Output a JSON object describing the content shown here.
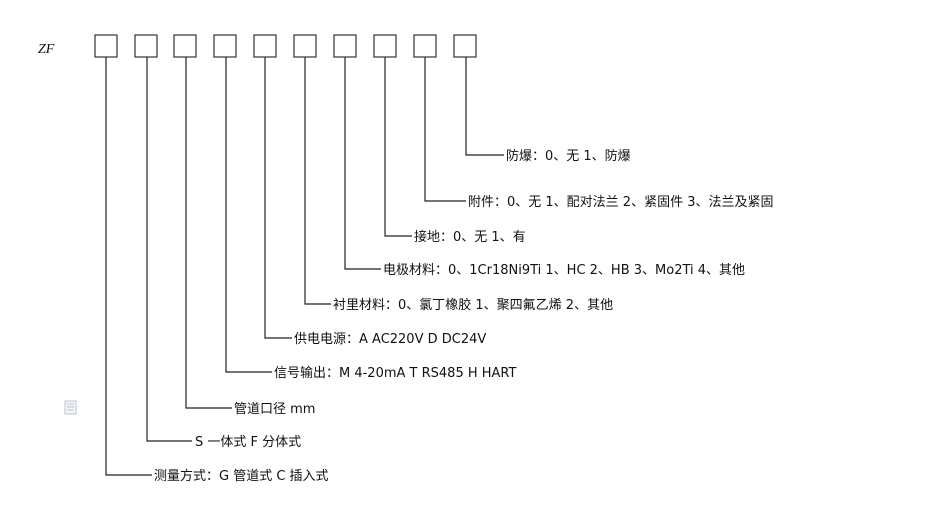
{
  "prefix": "ZF",
  "box_count": 10,
  "options": [
    {
      "id": "measure-mode",
      "text": "测量方式：G 管道式    C 插入式"
    },
    {
      "id": "structure",
      "text": "S 一体式    F 分体式"
    },
    {
      "id": "pipe-diameter",
      "text": "管道口径 mm"
    },
    {
      "id": "signal-output",
      "text": "信号输出：M 4-20mA   T    RS485     H    HART"
    },
    {
      "id": "power-supply",
      "text": "供电电源：A     AC220V      D    DC24V"
    },
    {
      "id": "lining-material",
      "text": "衬里材料：0、氯丁橡胶 1、聚四氟乙烯 2、其他"
    },
    {
      "id": "electrode-material",
      "text": "电极材料：0、1Cr18Ni9Ti   1、HC    2、HB    3、Mo2Ti     4、其他"
    },
    {
      "id": "grounding",
      "text": "接地：0、无 1、有"
    },
    {
      "id": "accessories",
      "text": "附件：0、无    1、配对法兰  2、紧固件  3、法兰及紧固"
    },
    {
      "id": "explosion-proof",
      "text": "防爆：0、无    1、防爆"
    }
  ],
  "icons": {
    "doc": "document-icon"
  }
}
